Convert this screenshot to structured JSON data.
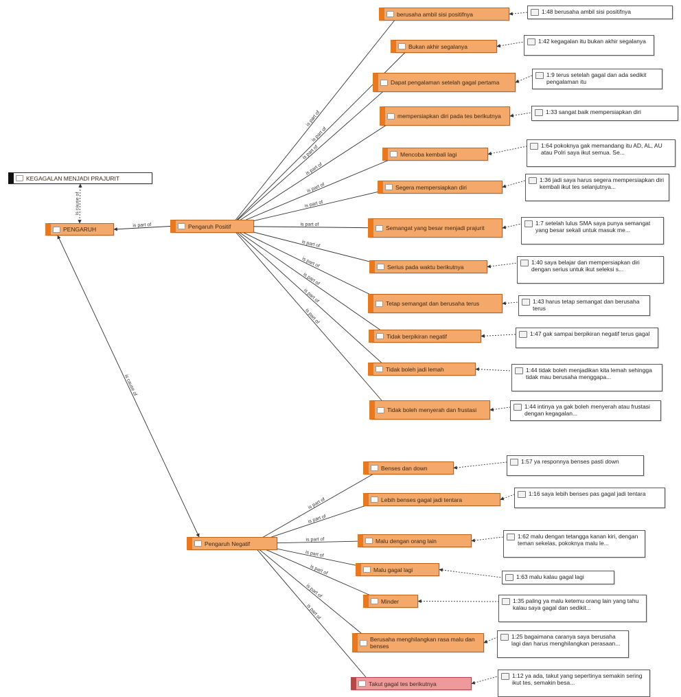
{
  "root": {
    "label": "KEGAGALAN MENJADI PRAJURIT",
    "icon": "document-icon"
  },
  "hub": {
    "label": "PENGARUH"
  },
  "positive": {
    "label": "Pengaruh Positif",
    "codes": [
      {
        "label": "berusaha ambil sisi positifnya",
        "quote": "1:48 berusaha ambil sisi positifnya"
      },
      {
        "label": "Bukan akhir segalanya",
        "quote": "1:42 kegagalan itu bukan akhir segalanya"
      },
      {
        "label": "Dapat pengalaman setelah gagal pertama",
        "quote": "1:9 terus setelah gagal dan ada sedikit pengalaman itu"
      },
      {
        "label": "mempersiapkan diri pada tes berikutnya",
        "quote": "1:33 sangat baik mempersiapkan diri"
      },
      {
        "label": "Mencoba kembali lagi",
        "quote": "1:64 pokoknya gak memandang itu AD, AL, AU atau Polri saya ikut semua. Se..."
      },
      {
        "label": "Segera mempersiapkan diri",
        "quote": "1:36 jadi saya harus segera mempersiapkan diri kembali ikut tes selanjutnya..."
      },
      {
        "label": "Semangat yang besar menjadi prajurit",
        "quote": "1:7 setelah lulus SMA saya punya semangat yang besar sekali untuk masuk me..."
      },
      {
        "label": "Serius pada waktu berikutnya",
        "quote": "1:40 saya belajar dan mempersiapkan diri dengan serius untuk ikut seleksi s..."
      },
      {
        "label": "Tetap semangat dan berusaha terus",
        "quote": "1:43 harus tetap semangat dan berusaha terus"
      },
      {
        "label": "Tidak berpikiran negatif",
        "quote": "1:47 gak sampai berpikiran negatif terus gagal"
      },
      {
        "label": "Tidak boleh jadi lemah",
        "quote": "1:44 tidak boleh menjadikan kita lemah sehingga tidak mau berusaha menggapa..."
      },
      {
        "label": "Tidak boleh menyerah dan frustasi",
        "quote": "1:44 intinya ya gak boleh menyerah atau frustasi dengan kegagalan..."
      }
    ]
  },
  "negative": {
    "label": "Pengaruh Negatif",
    "codes": [
      {
        "label": "Benses dan down",
        "quote": "1:57 ya responnya benses pasti down"
      },
      {
        "label": "Lebih benses gagal jadi tentara",
        "quote": "1:16 saya lebih benses pas gagal jadi tentara"
      },
      {
        "label": "Malu dengan orang lain",
        "quote": "1:62 malu dengan tetangga kanan kiri, dengan teman sekelas, pokoknya malu le..."
      },
      {
        "label": "Malu gagal lagi",
        "quote": "1:63 malu kalau gagal lagi"
      },
      {
        "label": "Minder",
        "quote": "1:35 paling ya malu ketemu orang lain yang tahu kalau saya gagal dan sedikit..."
      },
      {
        "label": "Berusaha menghilangkan rasa malu dan benses",
        "quote": "1:25 bagaimana caranya saya berusaha lagi dan harus menghilangkan perasaan..."
      },
      {
        "label": "Takut gagal tes berikutnya",
        "quote": "1:12 ya ada, takut yang sepertinya semakin sering ikut tes, semakin besa..."
      }
    ]
  },
  "relations": {
    "is_cause_of": "is cause of",
    "is_part_of": "is part of"
  },
  "colors": {
    "code_fill": "#f4a86a",
    "code_accent": "#e9781f",
    "alert_fill": "#ef9a9a",
    "alert_accent": "#c41818",
    "link": "#333333"
  }
}
